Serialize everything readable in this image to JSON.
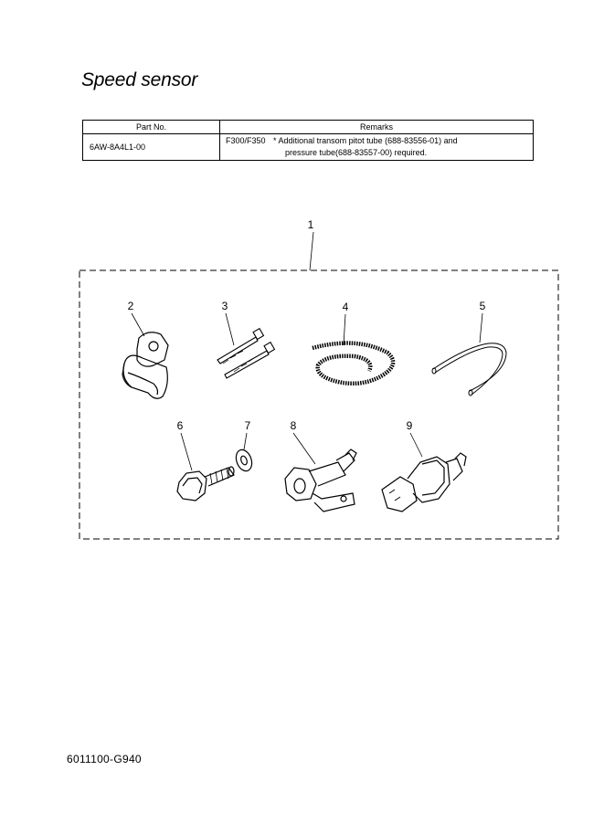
{
  "title": "Speed sensor",
  "table": {
    "headers": [
      "Part No.",
      "Remarks"
    ],
    "rows": [
      {
        "part_no": "6AW-8A4L1-00",
        "model": "F300/F350",
        "remark_line1": "* Additional transom pitot tube (688-83556-01) and",
        "remark_line2": "pressure tube(688-83557-00) required."
      }
    ]
  },
  "callouts": {
    "c1": "1",
    "c2": "2",
    "c3": "3",
    "c4": "4",
    "c5": "5",
    "c6": "6",
    "c7": "7",
    "c8": "8",
    "c9": "9"
  },
  "footer": "6011100-G940"
}
